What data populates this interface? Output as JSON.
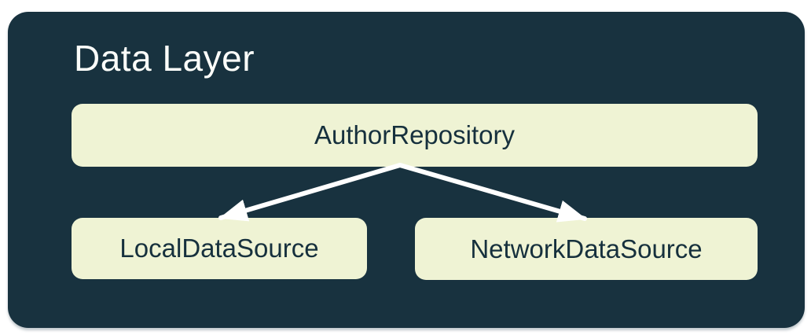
{
  "diagram": {
    "title": "Data Layer",
    "nodes": {
      "repository": {
        "label": "AuthorRepository"
      },
      "local": {
        "label": "LocalDataSource"
      },
      "network": {
        "label": "NetworkDataSource"
      }
    },
    "edges": [
      {
        "from": "AuthorRepository",
        "to": "LocalDataSource",
        "style": "arrow"
      },
      {
        "from": "AuthorRepository",
        "to": "NetworkDataSource",
        "style": "arrow"
      }
    ],
    "colors": {
      "canvas_bg": "#FFFFFF",
      "container_bg": "#18323F",
      "node_bg": "#EFF3D4",
      "node_text": "#16303D",
      "title_text": "#FCFEFA",
      "arrow": "#FFFFFF"
    }
  }
}
